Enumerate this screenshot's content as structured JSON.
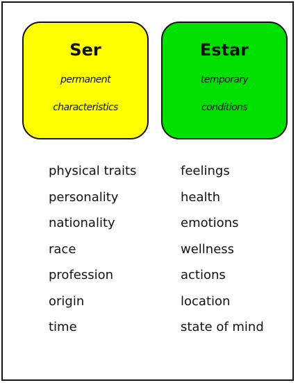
{
  "ser": {
    "title": "Ser",
    "subtitle_line1": "permanent",
    "subtitle_line2": "characteristics",
    "color": "#ffff00",
    "items": [
      "physical traits",
      "personality",
      "nationality",
      "race",
      "profession",
      "origin",
      "time"
    ]
  },
  "estar": {
    "title": "Estar",
    "subtitle_line1": "temporary",
    "subtitle_line2": "conditions",
    "color": "#00e000",
    "items": [
      "feelings",
      "health",
      "emotions",
      "wellness",
      "actions",
      "location",
      "state of mind"
    ]
  }
}
